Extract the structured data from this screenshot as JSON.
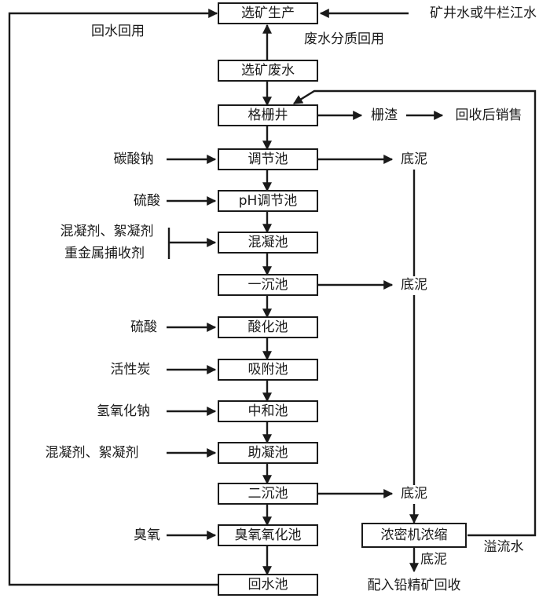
{
  "nodes": {
    "n1": "选矿生产",
    "n2": "选矿废水",
    "n3": "格栅井",
    "n4": "调节池",
    "n5": "pH调节池",
    "n6": "混凝池",
    "n7": "一沉池",
    "n8": "酸化池",
    "n9": "吸附池",
    "n10": "中和池",
    "n11": "助凝池",
    "n12": "二沉池",
    "n13": "臭氧氧化池",
    "n14": "回水池",
    "n15": "浓密机浓缩"
  },
  "labels": {
    "source": "矿井水或牛栏江水",
    "recycle": "回水回用",
    "waste_split": "废水分质回用",
    "screenings": "栅渣",
    "screenings_dest": "回收后销售",
    "sodium_carbonate": "碳酸钠",
    "sludge_1": "底泥",
    "sulfuric_acid_1": "硫酸",
    "coagulant_1": "混凝剂、絮凝剂",
    "heavy_metal_agent": "重金属捕收剂",
    "sludge_2": "底泥",
    "sulfuric_acid_2": "硫酸",
    "activated_carbon": "活性炭",
    "sodium_hydroxide": "氢氧化钠",
    "coagulant_2": "混凝剂、絮凝剂",
    "sludge_3": "底泥",
    "ozone": "臭氧",
    "overflow": "溢流水",
    "sludge_4": "底泥",
    "final_dest": "配入铅精矿回收"
  },
  "colors": {
    "line": "#1a1a1a",
    "background": "#ffffff"
  }
}
